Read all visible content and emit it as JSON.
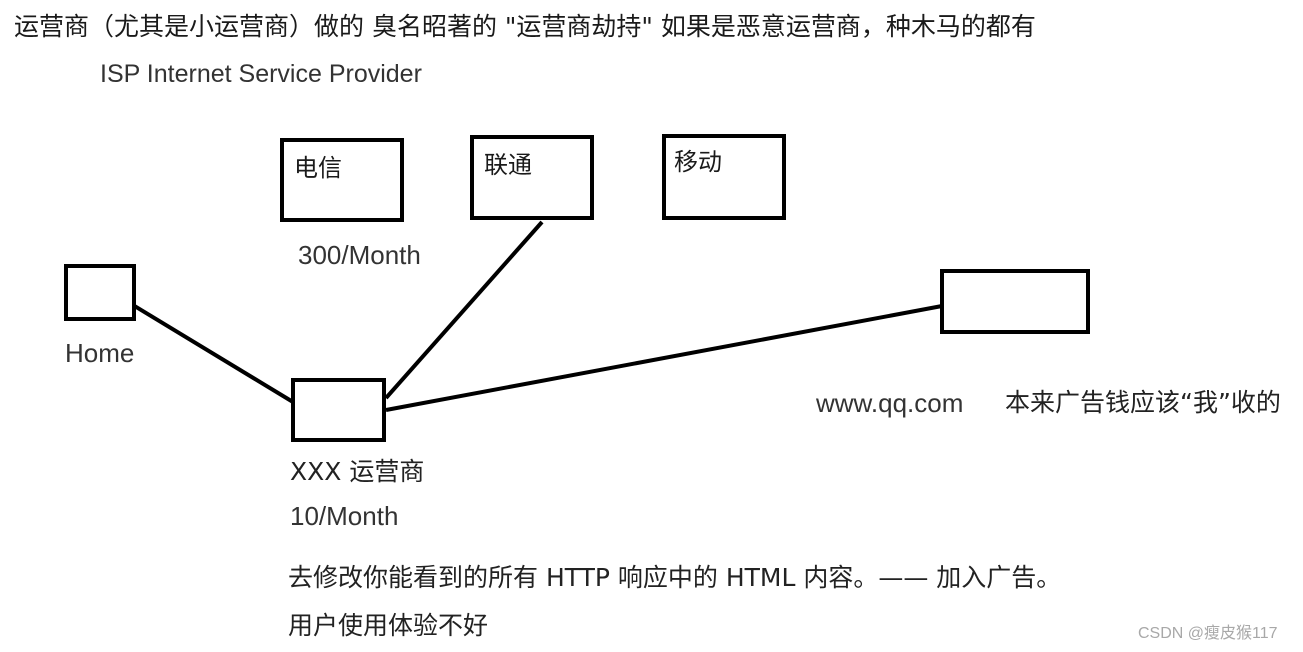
{
  "title": "运营商（尤其是小运营商）做的 臭名昭著的 \"运营商劫持\"   如果是恶意运营商，种木马的都有",
  "subtitle": "ISP Internet Service Provider",
  "isps": [
    {
      "label": "电信"
    },
    {
      "label": "联通"
    },
    {
      "label": "移动"
    }
  ],
  "telecom_price": "300/Month",
  "home_label": "Home",
  "xxx_isp_label": "XXX 运营商",
  "xxx_isp_price": "10/Month",
  "website_label": "www.qq.com",
  "ad_revenue_note": "本来广告钱应该“我”收的",
  "hijack_description": "去修改你能看到的所有 HTTP 响应中的 HTML 内容。—— 加入广告。",
  "user_experience_note": "用户使用体验不好",
  "watermark": "CSDN @瘦皮猴117"
}
